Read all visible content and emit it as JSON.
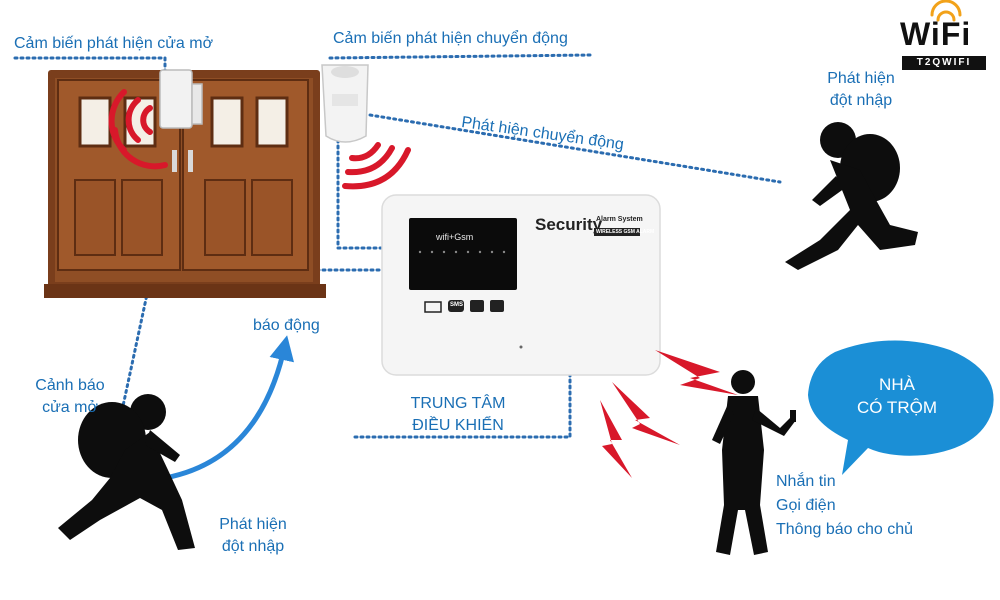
{
  "labels": {
    "door_sensor": "Cảm biến phát hiện cửa mở",
    "motion_sensor": "Cảm biến phát hiện chuyển động",
    "motion_detect": "Phát hiện chuyển động",
    "intrusion_top_1": "Phát hiện",
    "intrusion_top_2": "đột nhập",
    "door_warning_1": "Cảnh báo",
    "door_warning_2": "cửa mở",
    "alarm": "báo động",
    "intrusion_bottom_1": "Phát hiện",
    "intrusion_bottom_2": "đột nhập",
    "control_center_1": "TRUNG TÂM",
    "control_center_2": "ĐIỀU KHIỂN",
    "notify_1": "Nhắn tin",
    "notify_2": "Gọi điện",
    "notify_3": "Thông báo cho chủ"
  },
  "bubble": {
    "line1": "NHÀ",
    "line2": "CÓ TRỘM"
  },
  "panel": {
    "brand": "Security",
    "model": "Alarm System",
    "model_sub": "WIRELESS GSM ALARM",
    "screen_text": "wifi+Gsm",
    "sms_label": "SMS"
  },
  "logo": {
    "word": "WiFi",
    "sub": "T2QWIFI"
  },
  "colors": {
    "label_blue": "#1a6fb5",
    "door_wood": "#8a4a22",
    "signal_red": "#d8182a",
    "bubble_blue": "#1b8fd6",
    "arrow_blue": "#2a86d8",
    "dotted_line": "#2b6cb0"
  },
  "icons": {
    "door": "double-door-icon",
    "door_sensor": "door-sensor-icon",
    "motion_sensor": "pir-sensor-icon",
    "thief": "burglar-silhouette-icon",
    "owner": "man-with-phone-icon",
    "alarm_panel": "alarm-panel-icon",
    "lightning": "lightning-bolt-icon",
    "bubble": "speech-bubble-icon",
    "logo": "wifi-logo-icon"
  }
}
